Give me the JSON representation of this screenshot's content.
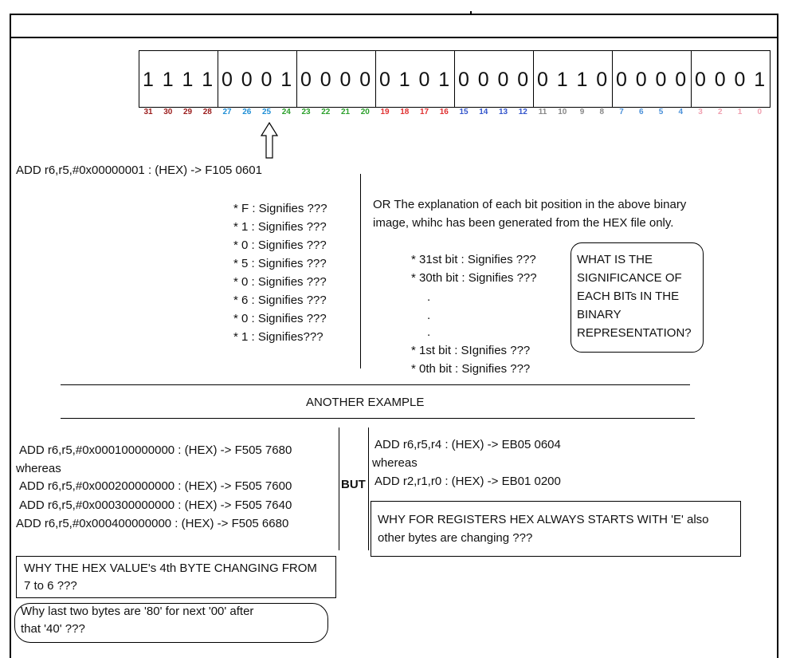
{
  "bits": [
    "1",
    "1",
    "1",
    "1",
    "0",
    "0",
    "0",
    "1",
    "0",
    "0",
    "0",
    "0",
    "0",
    "1",
    "0",
    "1",
    "0",
    "0",
    "0",
    "0",
    "0",
    "1",
    "1",
    "0",
    "0",
    "0",
    "0",
    "0",
    "0",
    "0",
    "0",
    "1"
  ],
  "bit_numbers": [
    "31",
    "30",
    "29",
    "28",
    "27",
    "26",
    "25",
    "24",
    "23",
    "22",
    "21",
    "20",
    "19",
    "18",
    "17",
    "16",
    "15",
    "14",
    "13",
    "12",
    "11",
    "10",
    "9",
    "8",
    "7",
    "6",
    "5",
    "4",
    "3",
    "2",
    "1",
    "0"
  ],
  "bit_number_colors": [
    "#9b1c1c",
    "#9b1c1c",
    "#9b1c1c",
    "#9b1c1c",
    "#1f8fd6",
    "#1f8fd6",
    "#1f8fd6",
    "#2ca02c",
    "#2ca02c",
    "#2ca02c",
    "#2ca02c",
    "#2ca02c",
    "#e03030",
    "#e03030",
    "#e03030",
    "#e03030",
    "#3355cc",
    "#3355cc",
    "#3355cc",
    "#3355cc",
    "#888888",
    "#888888",
    "#888888",
    "#888888",
    "#4a90d9",
    "#4a90d9",
    "#4a90d9",
    "#4a90d9",
    "#f0a0b0",
    "#f0a0b0",
    "#f0a0b0",
    "#f0a0b0"
  ],
  "example1": {
    "instruction": "ADD r6,r5,#0x00000001  :  (HEX) -> F105 0601",
    "hex_digits": [
      "* F : Signifies ???",
      "* 1 : Signifies ???",
      "* 0 : Signifies ???",
      "* 5 : Signifies ???",
      "* 0 : Signifies ???",
      "* 6 : Signifies ???",
      "* 0 : Signifies ???",
      "* 1 : Signifies???"
    ],
    "explanation_line1": "OR The explanation of each bit position in the above binary",
    "explanation_line2": "image, whihc has been generated from the HEX file only.",
    "bit_31": "* 31st bit : Signifies ???",
    "bit_30": "* 30th bit : Signifies ???",
    "ellipsis": ".",
    "bit_1": "* 1st bit : SIgnifies ???",
    "bit_0": "* 0th bit : Signifies ???",
    "question": [
      "WHAT IS THE",
      "SIGNIFICANCE OF",
      "EACH BITs IN THE",
      "BINARY",
      "REPRESENTATION?"
    ]
  },
  "another_example": "ANOTHER EXAMPLE",
  "left": {
    "line1": "ADD r6,r5,#0x000100000000 : (HEX) -> F505 7680",
    "whereas": "whereas",
    "line2": "ADD r6,r5,#0x000200000000 : (HEX) -> F505 7600",
    "line3": "ADD r6,r5,#0x000300000000 : (HEX) -> F505 7640",
    "line4": "ADD r6,r5,#0x000400000000 : (HEX) -> F505 6680",
    "question1_line1": "WHY THE HEX VALUE's 4th BYTE CHANGING FROM",
    "question1_line2": "7 to 6 ???",
    "question2_line1": "Why last two bytes are '80' for next '00' after",
    "question2_line2": "that '40' ???"
  },
  "but": "BUT",
  "right": {
    "line1": "ADD r6,r5,r4 : (HEX) -> EB05 0604",
    "whereas": "whereas",
    "line2": "ADD r2,r1,r0 : (HEX) -> EB01 0200",
    "question_line1": "WHY FOR REGISTERS HEX ALWAYS STARTS WITH 'E' also",
    "question_line2": "other bytes are changing ???"
  }
}
